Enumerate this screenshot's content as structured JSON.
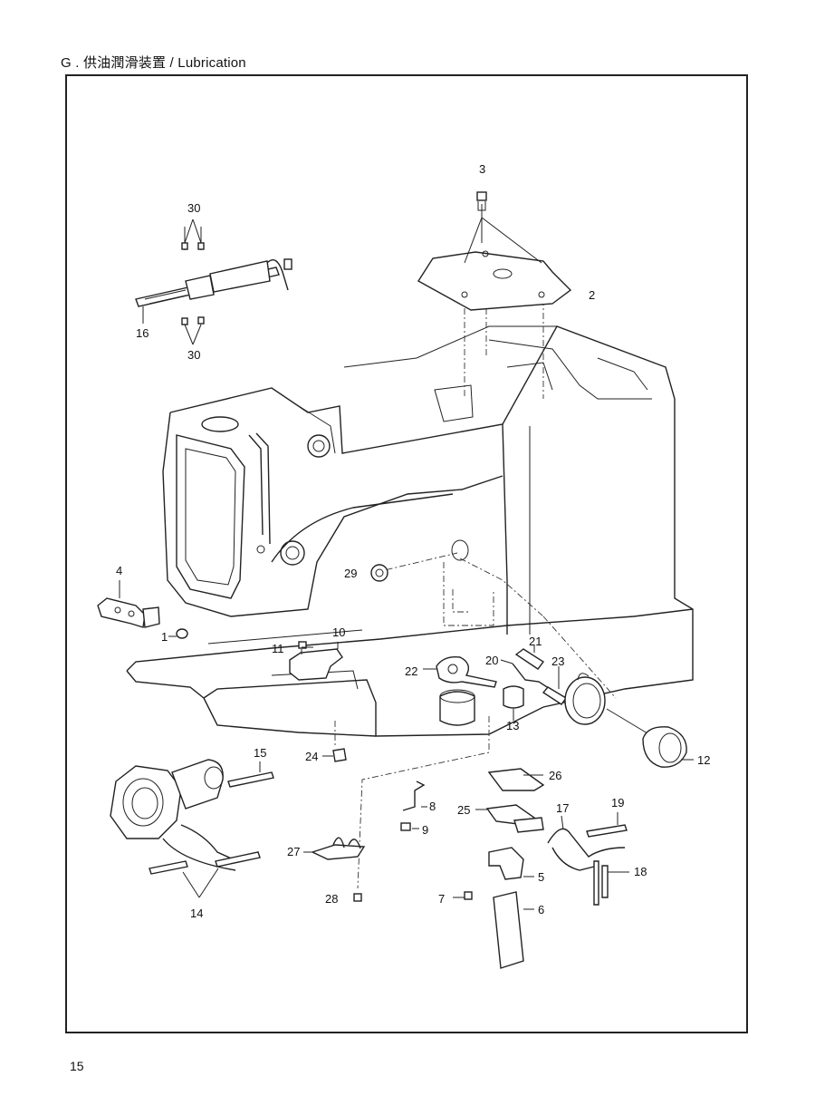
{
  "header": {
    "title": "G . 供油潤滑装置 / Lubrication"
  },
  "footer": {
    "page_number": "15"
  },
  "callouts": [
    {
      "id": "c1",
      "label": "1"
    },
    {
      "id": "c2",
      "label": "2"
    },
    {
      "id": "c3",
      "label": "3"
    },
    {
      "id": "c4",
      "label": "4"
    },
    {
      "id": "c5",
      "label": "5"
    },
    {
      "id": "c6",
      "label": "6"
    },
    {
      "id": "c7",
      "label": "7"
    },
    {
      "id": "c8",
      "label": "8"
    },
    {
      "id": "c9",
      "label": "9"
    },
    {
      "id": "c10",
      "label": "10"
    },
    {
      "id": "c11",
      "label": "11"
    },
    {
      "id": "c12",
      "label": "12"
    },
    {
      "id": "c13",
      "label": "13"
    },
    {
      "id": "c14",
      "label": "14"
    },
    {
      "id": "c15",
      "label": "15"
    },
    {
      "id": "c16",
      "label": "16"
    },
    {
      "id": "c17",
      "label": "17"
    },
    {
      "id": "c18",
      "label": "18"
    },
    {
      "id": "c19",
      "label": "19"
    },
    {
      "id": "c20",
      "label": "20"
    },
    {
      "id": "c21",
      "label": "21"
    },
    {
      "id": "c22",
      "label": "22"
    },
    {
      "id": "c23",
      "label": "23"
    },
    {
      "id": "c24",
      "label": "24"
    },
    {
      "id": "c25",
      "label": "25"
    },
    {
      "id": "c26",
      "label": "26"
    },
    {
      "id": "c27",
      "label": "27"
    },
    {
      "id": "c28",
      "label": "28"
    },
    {
      "id": "c29",
      "label": "29"
    },
    {
      "id": "c30a",
      "label": "30"
    },
    {
      "id": "c30b",
      "label": "30"
    }
  ]
}
